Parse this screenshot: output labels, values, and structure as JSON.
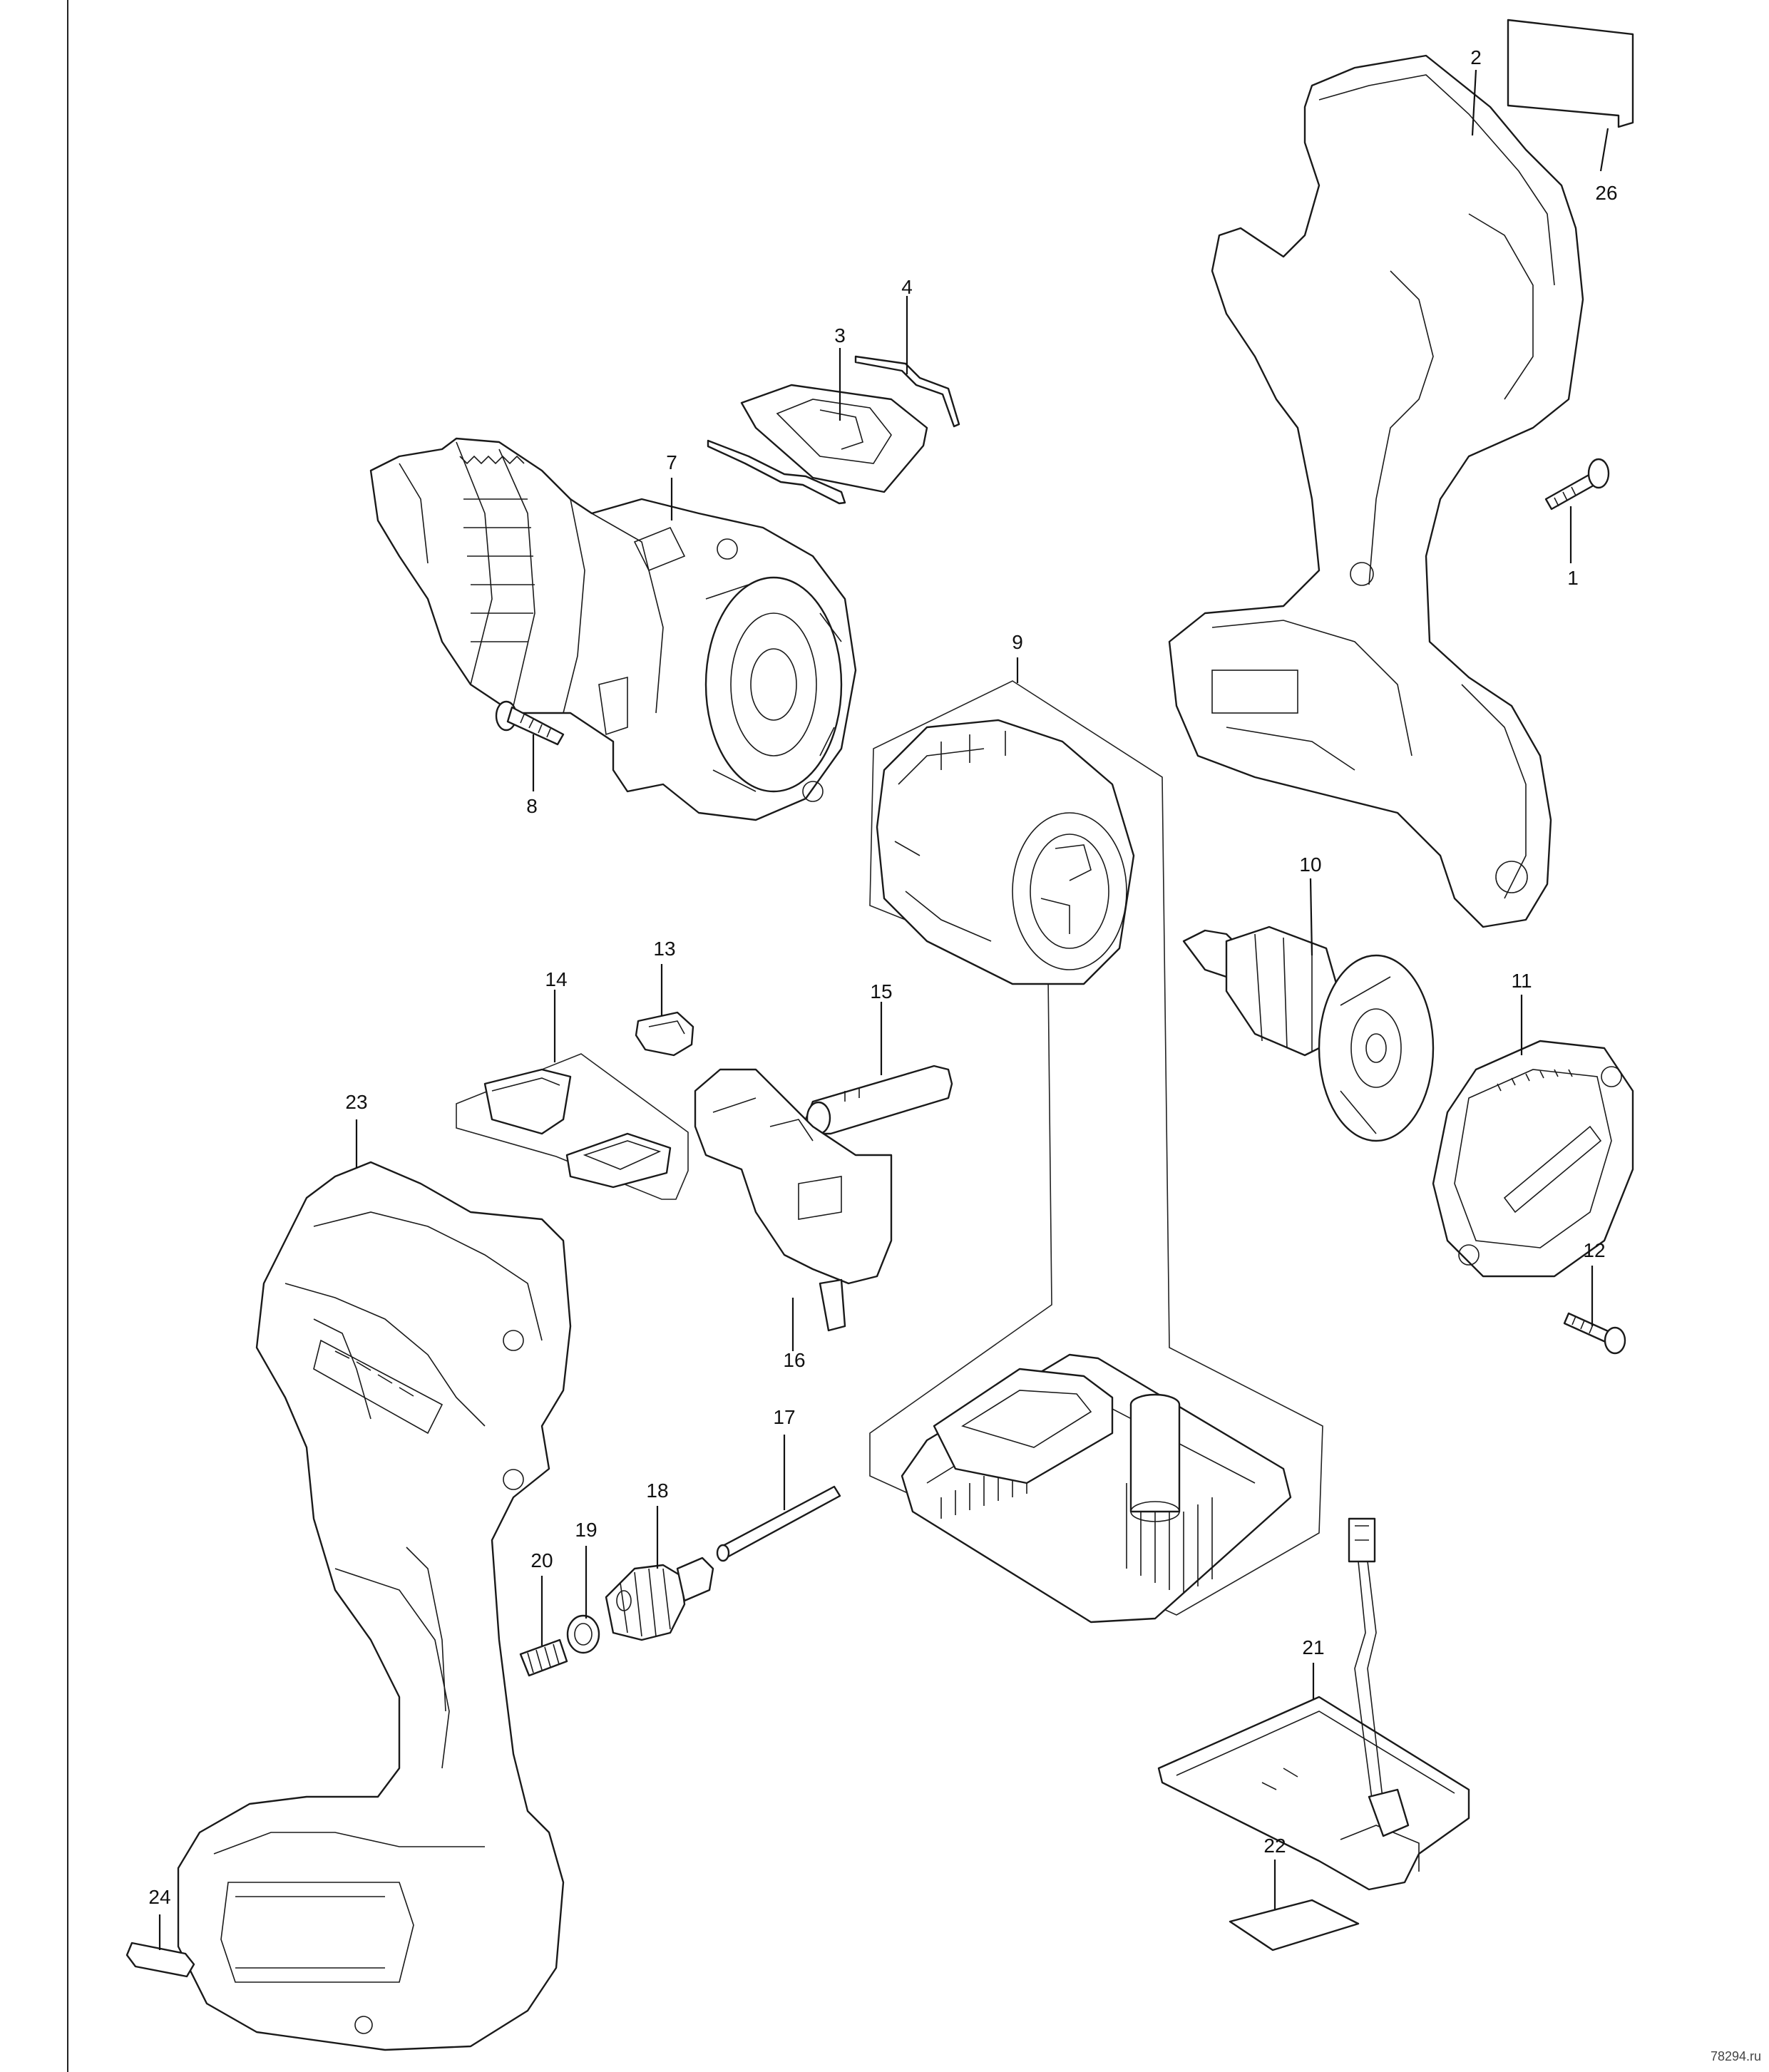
{
  "diagram": {
    "part_labels": [
      "1",
      "2",
      "3",
      "4",
      "7",
      "8",
      "9",
      "10",
      "11",
      "12",
      "13",
      "14",
      "15",
      "16",
      "17",
      "18",
      "19",
      "20",
      "21",
      "22",
      "23",
      "24",
      "26"
    ],
    "watermark": "78294.ru"
  }
}
